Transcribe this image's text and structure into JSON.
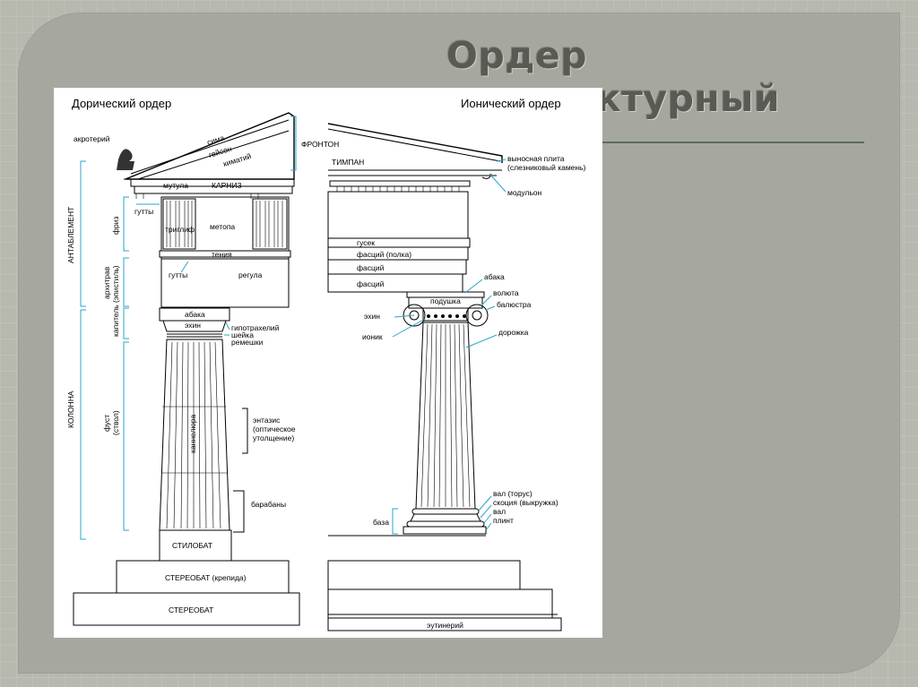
{
  "slide": {
    "title": "Ордер архитектурный",
    "colors": {
      "background": "#b7b8ae",
      "card": "#a6a79f",
      "title": "#5a5a54",
      "rule": "#5b6a62",
      "bracket": "#2aa6c8"
    }
  },
  "figure": {
    "doric": {
      "heading": "Дорический ордер",
      "labels": {
        "akroterii": "акротерий",
        "sima": "сима",
        "geison": "гейсон",
        "kimatii": "киматий",
        "fronton": "ФРОНТОН",
        "mutula": "мутула",
        "karniz": "КАРНИЗ",
        "gutty_top": "гутты",
        "triglif": "триглиф",
        "metopa": "метопа",
        "teniya": "тения",
        "gutty_bottom": "гутты",
        "regula": "регула",
        "abaka": "абака",
        "ekhin": "эхин",
        "gipotrakhelii": "гипотрахелий",
        "sheika": "шейка",
        "remeshki": "ремешки",
        "kanneliura": "каннелюра",
        "entazis_1": "энтазис",
        "entazis_2": "(оптическое",
        "entazis_3": "утолщение)",
        "barabany": "барабаны",
        "stilobat": "СТИЛОБАТ",
        "stereobat_krepida": "СТЕРЕОБАТ (крепида)",
        "stereobat": "СТЕРЕОБАТ",
        "antablement": "АНТАБЛЕМЕНТ",
        "kolonna": "КОЛОННА",
        "friz": "фриз",
        "arkhitrav_1": "архитрав",
        "arkhitrav_2": "(эпистиль)",
        "kapitel": "капитель",
        "fust_1": "фуст",
        "fust_2": "(ствол)"
      }
    },
    "ionic": {
      "heading": "Ионический ордер",
      "labels": {
        "timpan": "ТИМПАН",
        "vynosnaya_1": "выносная плита",
        "vynosnaya_2": "(слезниковый камень)",
        "modulon": "модульон",
        "gusek": "гусек",
        "fascii_polka": "фасций (полка)",
        "fascii_2": "фасций",
        "fascii_3": "фасций",
        "abaka": "абака",
        "podushka": "подушка",
        "voluta": "волюта",
        "baliustra": "балюстра",
        "ekhin": "эхин",
        "ionik": "ионик",
        "dorozhka": "дорожка",
        "val_torus": "вал (торус)",
        "skociya": "скоция (выкружка)",
        "val": "вал",
        "plint": "плинт",
        "baza": "база",
        "eutinerii": "эутинерий"
      }
    }
  }
}
